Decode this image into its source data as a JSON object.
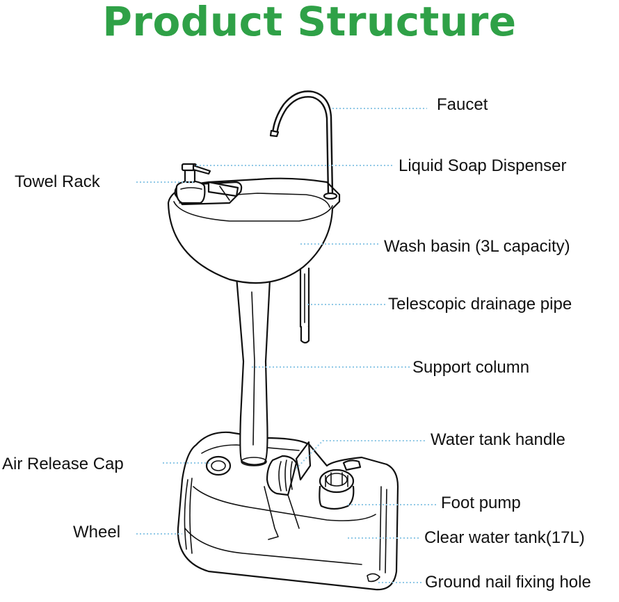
{
  "title": "Product Structure",
  "labels": {
    "faucet": "Faucet",
    "liquid_soap_dispenser": "Liquid Soap Dispenser",
    "towel_rack": "Towel Rack",
    "wash_basin": "Wash basin (3L capacity)",
    "telescopic_drainage_pipe": "Telescopic drainage pipe",
    "support_column": "Support column",
    "water_tank_handle": "Water tank handle",
    "air_release_cap": "Air Release Cap",
    "foot_pump": "Foot pump",
    "wheel": "Wheel",
    "clear_water_tank": "Clear water tank(17L)",
    "ground_nail_fixing_hole": "Ground nail fixing hole"
  },
  "colors": {
    "title": "#2fa147",
    "leader_line": "#8fc8e6",
    "label_text": "#111111",
    "line_art": "#111111"
  }
}
